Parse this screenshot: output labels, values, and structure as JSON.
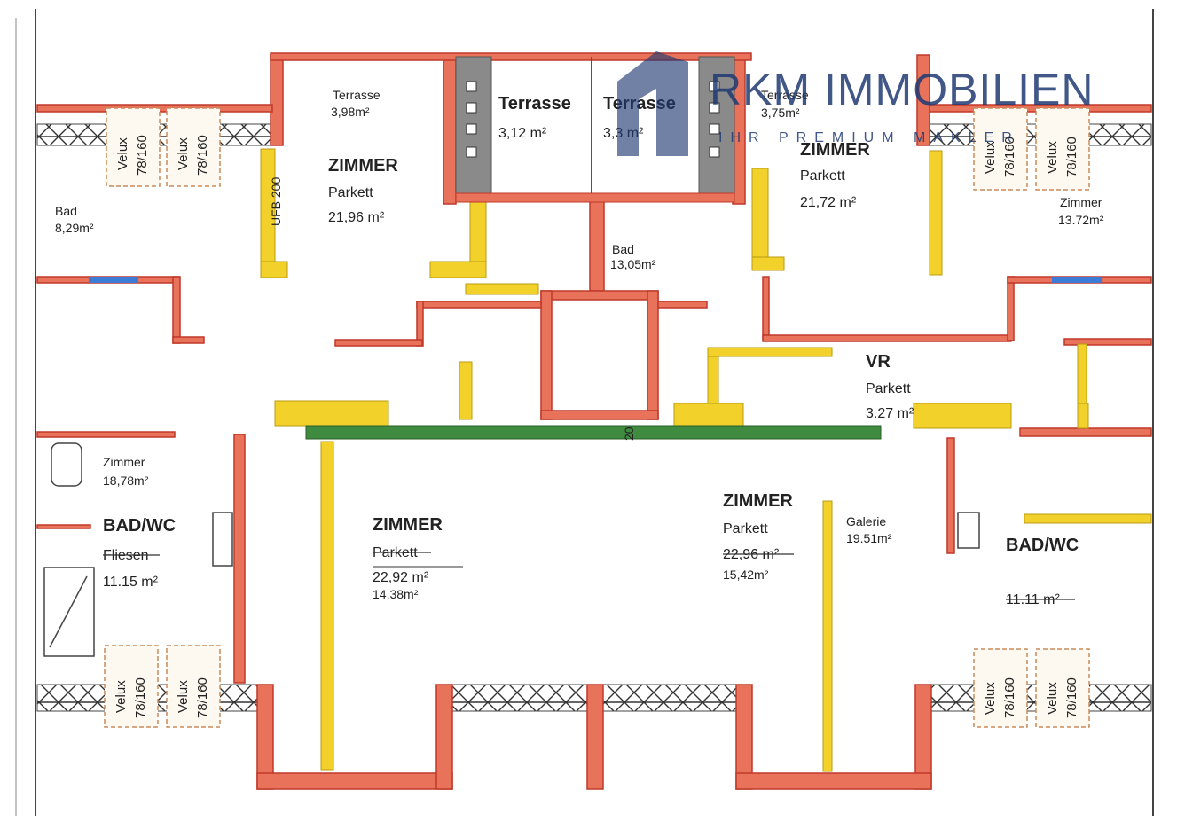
{
  "brand": {
    "name": "RKM IMMOBILIEN",
    "tagline": "IHR PREMIUM MAKLER",
    "color": "#1f3a73"
  },
  "colors": {
    "wall": "#e8735a",
    "wall_stroke": "#c0392b",
    "yellow": "#f2d22a",
    "green": "#3f8b3f",
    "insulation": "#555555",
    "terrace_grey": "#8a8a8a"
  },
  "rooms": {
    "terrasse_top_left": {
      "name": "Terrasse",
      "area": "3,98m²"
    },
    "terrasse_center_1": {
      "name": "Terrasse",
      "area": "3,12 m²"
    },
    "terrasse_center_2": {
      "name": "Terrasse",
      "area": "3,3 m²"
    },
    "terrasse_top_right": {
      "name": "Terrasse",
      "area": "3,75m²"
    },
    "zimmer_top_left": {
      "name": "ZIMMER",
      "floor": "Parkett",
      "area": "21,96 m²"
    },
    "zimmer_top_right": {
      "name": "ZIMMER",
      "floor": "Parkett",
      "area": "21,72 m²"
    },
    "bad_left": {
      "name": "Bad",
      "area": "8,29m²"
    },
    "bad_center": {
      "name": "Bad",
      "area": "13,05m²"
    },
    "zimmer_right_small": {
      "name": "Zimmer",
      "area": "13.72m²"
    },
    "vr": {
      "name": "VR",
      "floor": "Parkett",
      "area": "3.27 m²"
    },
    "zimmer_left_lower": {
      "name": "Zimmer",
      "area": "18,78m²"
    },
    "badwc_left": {
      "name": "BAD/WC",
      "floor": "Fliesen",
      "area": "11.15 m²"
    },
    "zimmer_bottom_center": {
      "name": "ZIMMER",
      "floor": "Parkett",
      "area": "22,92 m²",
      "area_alt": "14,38m²"
    },
    "zimmer_bottom_right": {
      "name": "ZIMMER",
      "floor": "Parkett",
      "area": "22,96 m²",
      "area_alt": "15,42m²"
    },
    "galerie": {
      "name": "Galerie",
      "area": "19.51m²"
    },
    "badwc_right": {
      "name": "BAD/WC",
      "area": "11.11 m²"
    }
  },
  "velux": {
    "line1": "Velux",
    "line2": "78/160"
  },
  "dims": {
    "ufb": "UFB 200",
    "d20": "20"
  }
}
